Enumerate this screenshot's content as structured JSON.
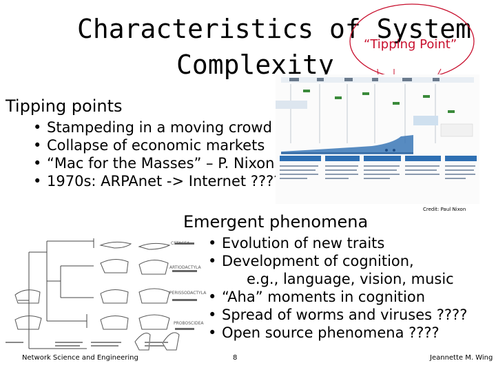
{
  "slide": {
    "title_line1": "Characteristics of System",
    "title_line2": "Complexity",
    "callout": "“Tipping Point”",
    "tipping": {
      "heading": "Tipping points",
      "items": [
        "Stampeding in a moving crowd",
        "Collapse of economic markets",
        "“Mac for the Masses” – P. Nixon",
        "1970s: ARPAnet -> Internet ????"
      ]
    },
    "credit": "Credit: Paul Nixon",
    "emergent": {
      "heading": "Emergent phenomena",
      "items": [
        "Evolution of new traits",
        "Development of cognition,",
        "e.g., language, vision, music",
        "“Aha” moments in cognition",
        "Spread of worms and viruses ????",
        "Open source phenomena ????"
      ]
    },
    "tree_labels": [
      "CETACEA",
      "ARTIODACTYLA",
      "PERISSODACTYLA",
      "PROBOSCIDEA"
    ],
    "footer": {
      "left": "Network Science and Engineering",
      "page": "8",
      "right": "Jeannette M. Wing"
    },
    "colors": {
      "callout": "#c8102e",
      "chart_blue": "#2e6fb3"
    }
  }
}
